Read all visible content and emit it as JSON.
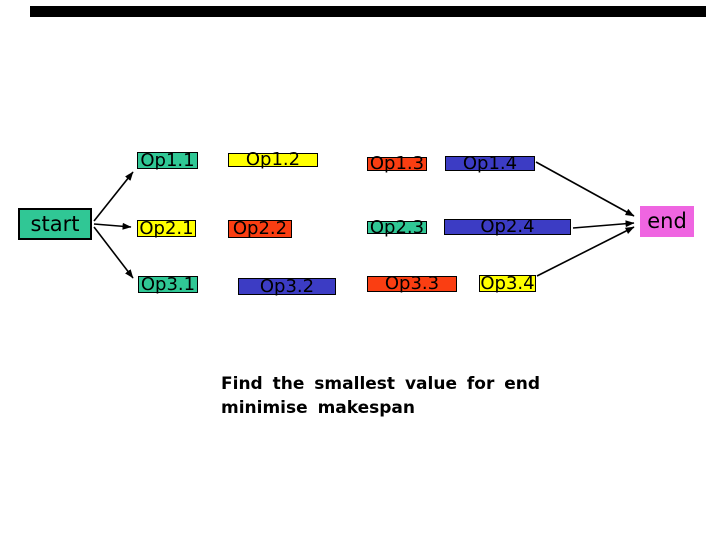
{
  "nodes": {
    "start": {
      "label": "start",
      "color": "teal"
    },
    "end": {
      "label": "end",
      "color": "pink"
    }
  },
  "operations": [
    {
      "label": "Op1.1",
      "color": "teal"
    },
    {
      "label": "Op1.2",
      "color": "yellow"
    },
    {
      "label": "Op1.3",
      "color": "red"
    },
    {
      "label": "Op1.4",
      "color": "blue"
    },
    {
      "label": "Op2.1",
      "color": "yellow"
    },
    {
      "label": "Op2.2",
      "color": "red"
    },
    {
      "label": "Op2.3",
      "color": "teal"
    },
    {
      "label": "Op2.4",
      "color": "blue"
    },
    {
      "label": "Op3.1",
      "color": "teal"
    },
    {
      "label": "Op3.2",
      "color": "blue"
    },
    {
      "label": "Op3.3",
      "color": "red"
    },
    {
      "label": "Op3.4",
      "color": "yellow"
    }
  ],
  "caption": {
    "line1": "Find the smallest value for end",
    "line2": "minimise makespan"
  },
  "colors": {
    "teal": "#30C795",
    "yellow": "#FFFF00",
    "red": "#FA3E12",
    "blue": "#3C3CC4",
    "pink": "#EF65E1",
    "bar": "#000000",
    "arrow": "#000000",
    "background": "#FFFFFF"
  }
}
